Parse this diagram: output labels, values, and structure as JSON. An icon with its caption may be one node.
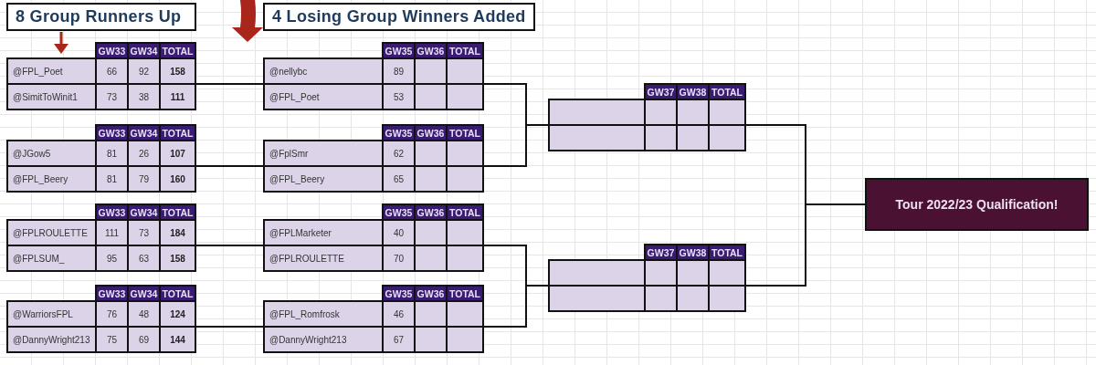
{
  "diagram": {
    "nodes": [
      {
        "text": [
          "GW33",
          "GW34",
          "TOTAL",
          "@FPL_Poet",
          "66",
          "92",
          "158",
          "@SimitToWinit1",
          "73",
          "38",
          "111"
        ]
      },
      {
        "text": [
          "GW33",
          "GW34",
          "TOTAL",
          "@JGow5",
          "81",
          "26",
          "107",
          "@FPL_Beery",
          "81",
          "79",
          "160"
        ]
      },
      {
        "text": [
          "GW33",
          "GW34",
          "TOTAL",
          "@FPLROULETTE",
          "111",
          "73",
          "184",
          "@FPLSUM_",
          "95",
          "63",
          "158"
        ]
      },
      {
        "text": [
          "GW33",
          "GW34",
          "TOTAL",
          "@WarriorsFPL",
          "76",
          "48",
          "124",
          "@DannyWright213",
          "75",
          "69",
          "144"
        ]
      },
      {
        "text": [
          "GW35",
          "GW36",
          "TOTAL",
          "@nellybc",
          "89",
          "@FPL_Poet",
          "53"
        ]
      },
      {
        "text": [
          "GW35",
          "GW36",
          "TOTAL",
          "@FplSmr",
          "62",
          "@FPL_Beery",
          "65"
        ]
      },
      {
        "text": [
          "GW35",
          "GW36",
          "TOTAL",
          "@FPLMarketer",
          "40",
          "@FPLROULETTE",
          "70"
        ]
      },
      {
        "text": [
          "GW35",
          "GW36",
          "TOTAL",
          "@FPL_Romfrosk",
          "46",
          "@DannyWright213",
          "67"
        ]
      },
      {
        "text": [
          "GW37",
          "GW38",
          "TOTAL"
        ]
      },
      {
        "text": [
          "GW37",
          "GW38",
          "TOTAL"
        ]
      },
      {
        "text": [
          "Tour 2022/23 Qualification!"
        ]
      }
    ],
    "edges": [
      {
        "from": 0,
        "to": 4,
        "arrow": "none"
      },
      {
        "from": 1,
        "to": 5,
        "arrow": "none"
      },
      {
        "from": 2,
        "to": 6,
        "arrow": "none"
      },
      {
        "from": 3,
        "to": 7,
        "arrow": "none"
      },
      {
        "from": 4,
        "to": 8,
        "arrow": "none"
      },
      {
        "from": 5,
        "to": 8,
        "arrow": "none"
      },
      {
        "from": 6,
        "to": 9,
        "arrow": "none"
      },
      {
        "from": 7,
        "to": 9,
        "arrow": "none"
      },
      {
        "from": 8,
        "to": 10,
        "arrow": "none"
      },
      {
        "from": 9,
        "to": 10,
        "arrow": "none"
      }
    ],
    "labels": [
      "8 Group Runners Up",
      "4 Losing Group Winners Added"
    ]
  }
}
